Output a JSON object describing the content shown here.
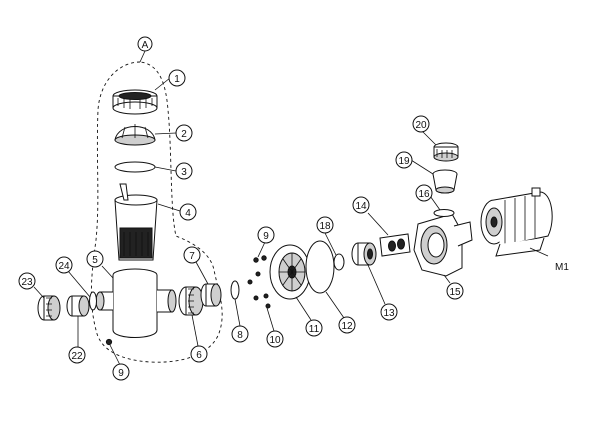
{
  "diagram": {
    "group_label": "A",
    "callouts": [
      {
        "id": "c1",
        "label": "1"
      },
      {
        "id": "c2",
        "label": "2"
      },
      {
        "id": "c3",
        "label": "3"
      },
      {
        "id": "c4",
        "label": "4"
      },
      {
        "id": "c5",
        "label": "5"
      },
      {
        "id": "c6",
        "label": "6"
      },
      {
        "id": "c7",
        "label": "7"
      },
      {
        "id": "c8",
        "label": "8"
      },
      {
        "id": "c9a",
        "label": "9"
      },
      {
        "id": "c9b",
        "label": "9"
      },
      {
        "id": "c10",
        "label": "10"
      },
      {
        "id": "c11",
        "label": "11"
      },
      {
        "id": "c12",
        "label": "12"
      },
      {
        "id": "c13",
        "label": "13"
      },
      {
        "id": "c14",
        "label": "14"
      },
      {
        "id": "c15",
        "label": "15"
      },
      {
        "id": "c16",
        "label": "16"
      },
      {
        "id": "c18",
        "label": "18"
      },
      {
        "id": "c19",
        "label": "19"
      },
      {
        "id": "c20",
        "label": "20"
      },
      {
        "id": "c22",
        "label": "22"
      },
      {
        "id": "c23",
        "label": "23"
      },
      {
        "id": "c24",
        "label": "24"
      }
    ],
    "motor_label": "M1"
  }
}
